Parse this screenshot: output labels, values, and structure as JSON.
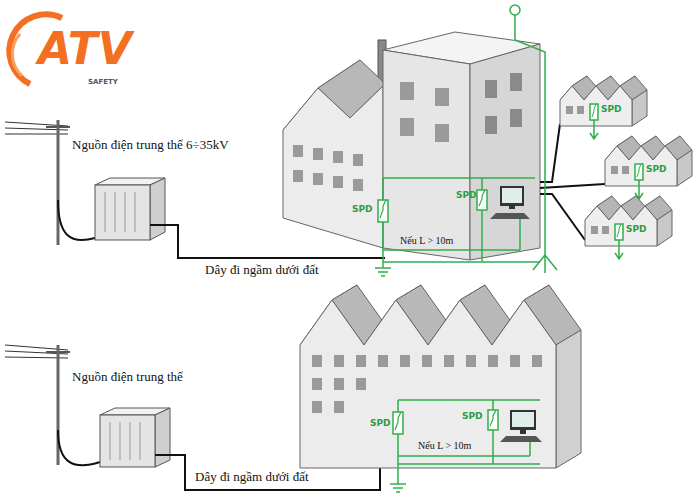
{
  "diagram": {
    "labels": [
      "ATV",
      "SAFETY",
      "Nguồn điện trung thế 6÷35kV",
      "SPD",
      "SPD",
      "SPD",
      "SPD",
      "SPD",
      "Nếu L > 10m",
      "Dây đi ngầm dưới đất",
      "Nguồn điện trung thế",
      "SPD",
      "SPD",
      "Nếu L > 10m",
      "Dây đi ngầm dưới đất"
    ]
  }
}
